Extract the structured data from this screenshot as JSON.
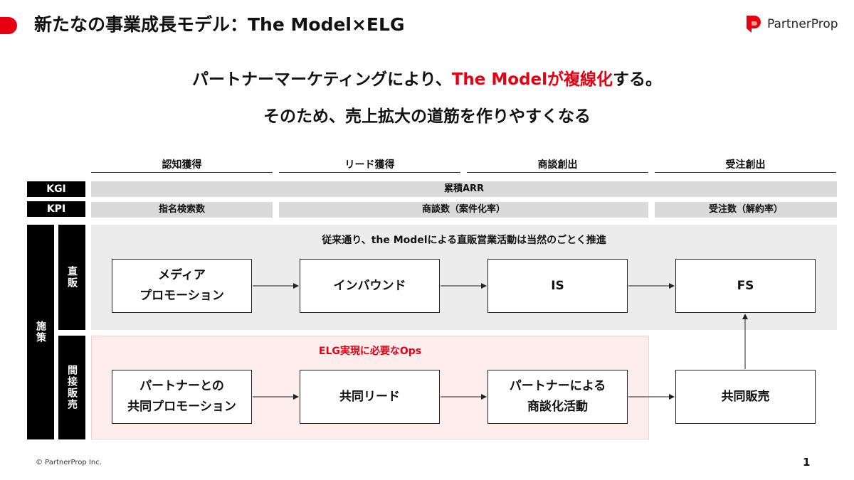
{
  "header": {
    "title": "新たなの事業成長モデル：The Model×ELG",
    "logo_text": "PartnerProp",
    "brand_color": "#e60012"
  },
  "headline": {
    "line1_part1": "パートナーマーケティングにより、",
    "line1_highlight": "The Modelが複線化",
    "line1_part2": "する。",
    "line2": "そのため、売上拡大の道筋を作りやすくなる"
  },
  "stages": [
    "認知獲得",
    "リード獲得",
    "商談創出",
    "受注創出"
  ],
  "kgi": {
    "label": "KGI",
    "value": "累積ARR"
  },
  "kpi": {
    "label": "KPI",
    "values": [
      "指名検索数",
      "商談数（案件化率）",
      "受注数（解約率）"
    ]
  },
  "side": {
    "measures": "施策",
    "direct": "直販",
    "indirect": "間接販売"
  },
  "direct_panel": {
    "caption": "従来通り、the Modelによる直販営業活動は当然のごとく推進",
    "boxes": [
      "メディア\nプロモーション",
      "インバウンド",
      "IS",
      "FS"
    ]
  },
  "indirect_panel": {
    "caption": "ELG実現に必要なOps",
    "boxes": [
      "パートナーとの\n共同プロモーション",
      "共同リード",
      "パートナーによる\n商談化活動",
      "共同販売"
    ]
  },
  "footer": {
    "copyright": "© PartnerProp Inc.",
    "page": "1"
  }
}
